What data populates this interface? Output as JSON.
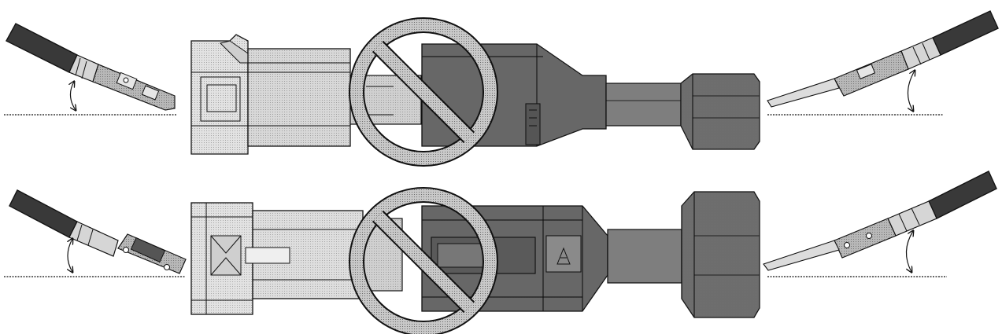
{
  "figure": {
    "rows": [
      {
        "id": "top-view",
        "left_terminal": {
          "kind": "female-terminal",
          "angle_indicator": "double-arrow-arc"
        },
        "connector": {
          "kind": "mated-connector-pair",
          "overlay": "prohibition-sign"
        },
        "right_terminal": {
          "kind": "male-terminal",
          "angle_indicator": "double-arrow-arc"
        }
      },
      {
        "id": "side-view",
        "left_terminal": {
          "kind": "female-terminal",
          "angle_indicator": "double-arrow-arc"
        },
        "connector": {
          "kind": "mated-connector-pair",
          "overlay": "prohibition-sign"
        },
        "right_terminal": {
          "kind": "male-terminal",
          "angle_indicator": "double-arrow-arc"
        }
      }
    ],
    "colors": {
      "line": "#111111",
      "light_fill": "#e2e2e2",
      "mid_fill": "#a9a9a9",
      "dark_fill": "#6e6e6e",
      "cable_fill": "#3a3a3a",
      "prohibition_fill": "#c9c9c9"
    }
  }
}
